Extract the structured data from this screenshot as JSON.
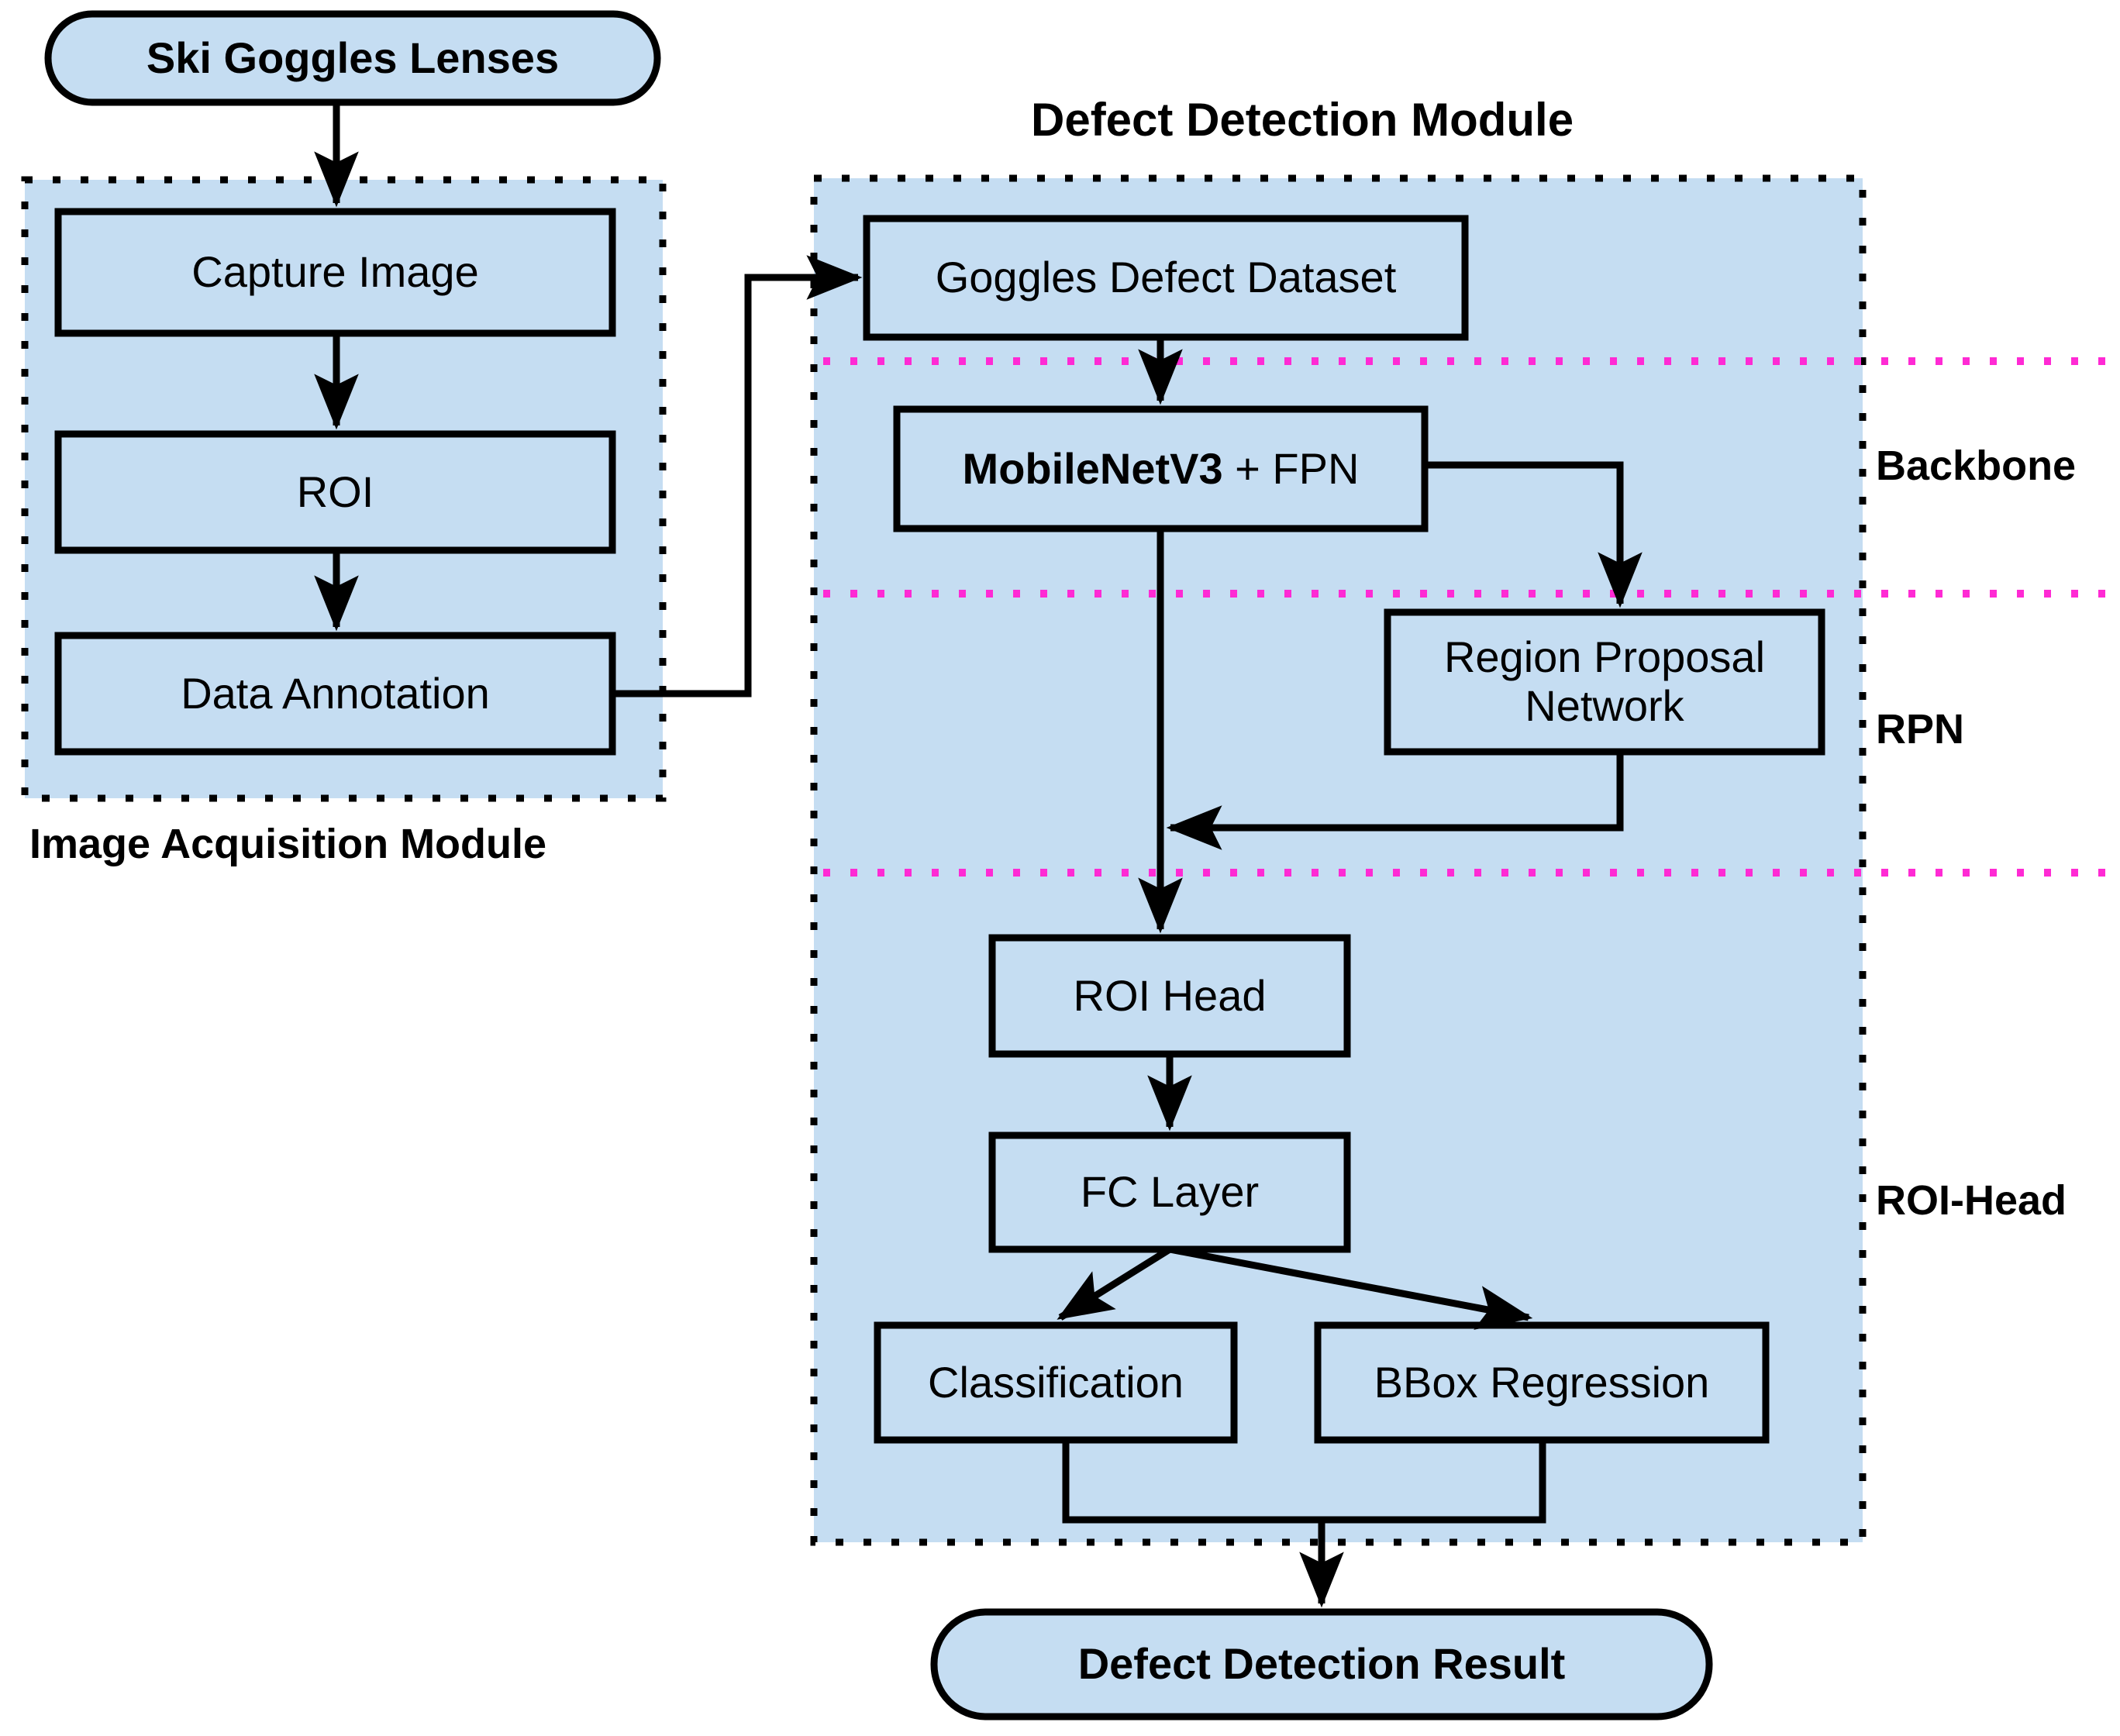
{
  "diagram": {
    "title_left": "Image Acquisition Module",
    "title_right": "Defect Detection Module",
    "colors": {
      "node_fill": "#c5ddf2",
      "module_fill": "#c5ddf2",
      "stroke": "#000000",
      "divider": "#ff2ad4",
      "background": "#ffffff"
    }
  },
  "nodes": {
    "input_terminal": "Ski Goggles Lenses",
    "capture_image": "Capture Image",
    "roi": "ROI",
    "data_annotation": "Data Annotation",
    "goggles_dataset": "Goggles Defect Dataset",
    "backbone_bold": "MobileNetV3",
    "backbone_rest": " + FPN",
    "rpn_box": "Region Proposal\nNetwork",
    "roi_head": "ROI Head",
    "fc_layer": "FC Layer",
    "classification": "Classification",
    "bbox_regression": "BBox Regression",
    "output_terminal": "Defect Detection Result"
  },
  "stage_labels": {
    "backbone": "Backbone",
    "rpn": "RPN",
    "roi_head": "ROI-Head"
  },
  "flow_edges": [
    {
      "from": "input_terminal",
      "to": "capture_image"
    },
    {
      "from": "capture_image",
      "to": "roi"
    },
    {
      "from": "roi",
      "to": "data_annotation"
    },
    {
      "from": "data_annotation",
      "to": "goggles_dataset"
    },
    {
      "from": "goggles_dataset",
      "to": "backbone"
    },
    {
      "from": "backbone",
      "to": "rpn_box"
    },
    {
      "from": "backbone",
      "to": "roi_head"
    },
    {
      "from": "rpn_box",
      "to": "roi_head"
    },
    {
      "from": "roi_head",
      "to": "fc_layer"
    },
    {
      "from": "fc_layer",
      "to": "classification"
    },
    {
      "from": "fc_layer",
      "to": "bbox_regression"
    },
    {
      "from": "classification",
      "to": "output_terminal"
    },
    {
      "from": "bbox_regression",
      "to": "output_terminal"
    }
  ]
}
